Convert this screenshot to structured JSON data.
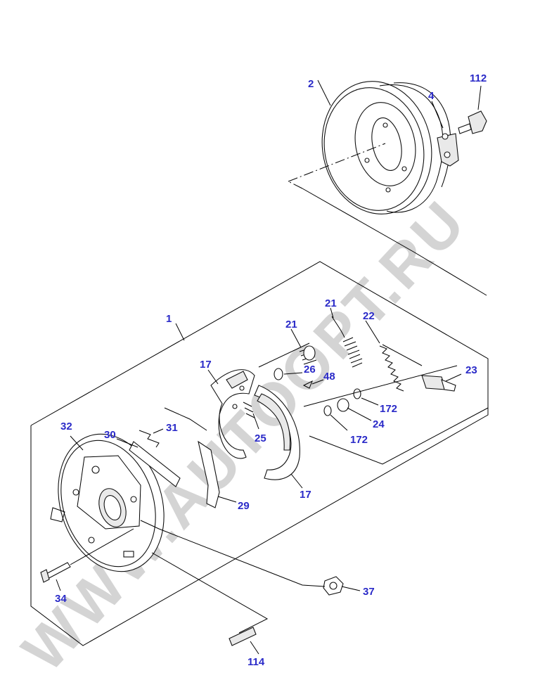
{
  "watermark": "WWW.AUTOOPT.RU",
  "callouts": [
    {
      "id": "c-2",
      "text": "2"
    },
    {
      "id": "c-4",
      "text": "4"
    },
    {
      "id": "c-112",
      "text": "112"
    },
    {
      "id": "c-1",
      "text": "1"
    },
    {
      "id": "c-21a",
      "text": "21"
    },
    {
      "id": "c-21b",
      "text": "21"
    },
    {
      "id": "c-22",
      "text": "22"
    },
    {
      "id": "c-23",
      "text": "23"
    },
    {
      "id": "c-17a",
      "text": "17"
    },
    {
      "id": "c-26",
      "text": "26"
    },
    {
      "id": "c-48",
      "text": "48"
    },
    {
      "id": "c-172a",
      "text": "172"
    },
    {
      "id": "c-24",
      "text": "24"
    },
    {
      "id": "c-172b",
      "text": "172"
    },
    {
      "id": "c-32",
      "text": "32"
    },
    {
      "id": "c-30",
      "text": "30"
    },
    {
      "id": "c-31",
      "text": "31"
    },
    {
      "id": "c-25",
      "text": "25"
    },
    {
      "id": "c-29",
      "text": "29"
    },
    {
      "id": "c-17b",
      "text": "17"
    },
    {
      "id": "c-34",
      "text": "34"
    },
    {
      "id": "c-37",
      "text": "37"
    },
    {
      "id": "c-114",
      "text": "114"
    }
  ]
}
